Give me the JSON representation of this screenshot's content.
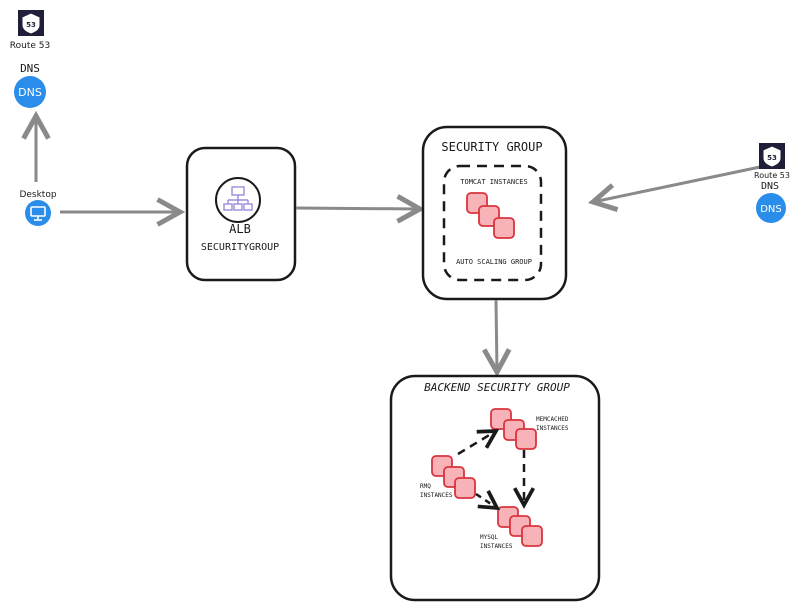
{
  "route53_left": {
    "label": "Route 53"
  },
  "dns_left": {
    "title": "DNS",
    "badge": "DNS"
  },
  "desktop": {
    "label": "Desktop"
  },
  "alb": {
    "title": "ALB",
    "subtitle": "SECURITYGROUP"
  },
  "security_group": {
    "title": "SECURITY GROUP",
    "instances_label": "TOMCAT INSTANCES",
    "group_label": "AUTO SCALING GROUP"
  },
  "route53_right": {
    "label": "Route 53"
  },
  "dns_right": {
    "title": "DNS",
    "badge": "DNS"
  },
  "backend": {
    "title": "BACKEND SECURITY GROUP",
    "memcached_line1": "MEMCACHED",
    "memcached_line2": "INSTANCES",
    "rmq_line1": "RMQ",
    "rmq_line2": "INSTANCES",
    "mysql_line1": "MYSQL",
    "mysql_line2": "INSTANCES"
  },
  "colors": {
    "dns_blue": "#2a8de9",
    "instance_fill": "#f7b3b8",
    "instance_stroke": "#d9343f",
    "arrow": "#8a8a8a",
    "alb_icon": "#9d8cd8"
  }
}
